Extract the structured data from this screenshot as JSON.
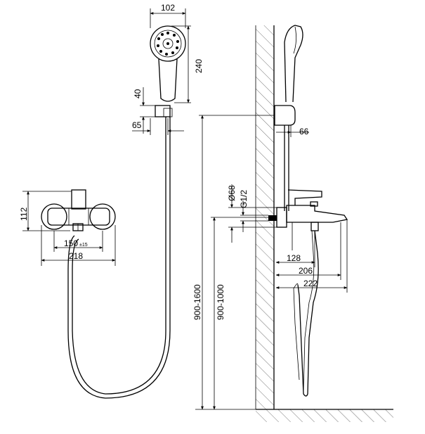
{
  "dimensions": {
    "head_width": "102",
    "head_length": "240",
    "holder_height": "40",
    "holder_offset": "65",
    "mixer_height": "112",
    "mixer_center_distance": "150",
    "mixer_center_tolerance": "±15",
    "mixer_width": "218",
    "holder_wall_offset": "66",
    "escutcheon_diameter": "Ø68",
    "thread": "G1/2",
    "spout_reach_1": "128",
    "spout_reach_2": "206",
    "spout_reach_3": "222",
    "holder_mount_height": "900-1600",
    "mixer_mount_height": "900-1000"
  },
  "colors": {
    "line": "#000000",
    "hatch": "#555555",
    "background": "#ffffff"
  }
}
